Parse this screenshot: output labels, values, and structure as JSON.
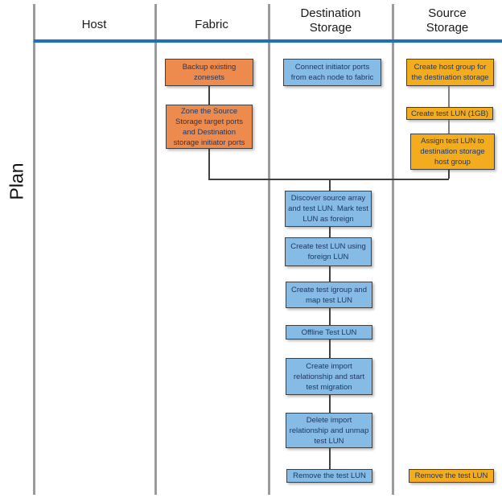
{
  "row_label": "Plan",
  "columns": {
    "host": {
      "label": "Host"
    },
    "fabric": {
      "label": "Fabric",
      "boxes": [
        {
          "text": "Backup existing zonesets"
        },
        {
          "text": "Zone the Source Storage target ports and Destination storage initiator ports"
        }
      ]
    },
    "destination": {
      "label": "Destination\nStorage",
      "boxes": [
        {
          "text": "Connect initiator ports from each node to fabric"
        },
        {
          "text": "Discover source array and test LUN. Mark test LUN as foreign"
        },
        {
          "text": "Create test LUN using foreign LUN"
        },
        {
          "text": "Create test igroup and map test LUN"
        },
        {
          "text": "Offline Test LUN"
        },
        {
          "text": "Create import relationship and start test migration"
        },
        {
          "text": "Delete import relationship and unmap test LUN"
        },
        {
          "text": "Remove the test LUN"
        }
      ]
    },
    "source": {
      "label": "Source\nStorage",
      "boxes": [
        {
          "text": "Create host group for the destination storage"
        },
        {
          "text": "Create test LUN (1GB)"
        },
        {
          "text": "Assign test LUN to destination storage host group"
        },
        {
          "text": "Remove the test LUN"
        }
      ]
    }
  },
  "colors": {
    "fabric_box": "#ED8B4E",
    "destination_box": "#85BBE4",
    "source_box": "#F2AC1E",
    "header_rule": "#1E6FC0",
    "lane_divider": "#9B9B9B",
    "connector": "#404040",
    "source_connector": "#7F7F7F",
    "box_border": "#3F3F3F",
    "box_text": "#1F3864"
  }
}
